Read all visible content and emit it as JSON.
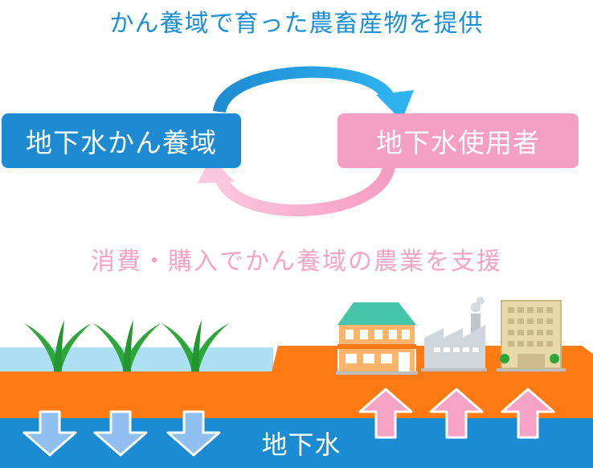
{
  "diagram": {
    "title_top": "かん養域で育った農畜産物を提供",
    "title_bottom": "消費・購入でかん養域の農業を支援",
    "nodes": [
      {
        "id": "recharge",
        "label": "地下水かん養域",
        "color": "#1e8ad2"
      },
      {
        "id": "user",
        "label": "地下水使用者",
        "color": "#f5a0c2"
      }
    ],
    "ground_label": "地下水",
    "colors": {
      "top_text": "#1a8fd6",
      "bottom_text": "#f7a3c4",
      "soil": "#ff7a12",
      "groundwater": "#1b8bd3",
      "surface_water": "#aee0f3",
      "down_arrow": "#8fc0ef",
      "up_arrow": "#f6a3c6",
      "plant": "#2fa63a"
    },
    "icons": {
      "plants": "rice-plant-icon",
      "down_arrows": "infiltration-arrow-icon",
      "up_arrows": "pumping-arrow-icon",
      "house": "house-icon",
      "factory": "factory-icon",
      "building": "office-building-icon"
    }
  }
}
